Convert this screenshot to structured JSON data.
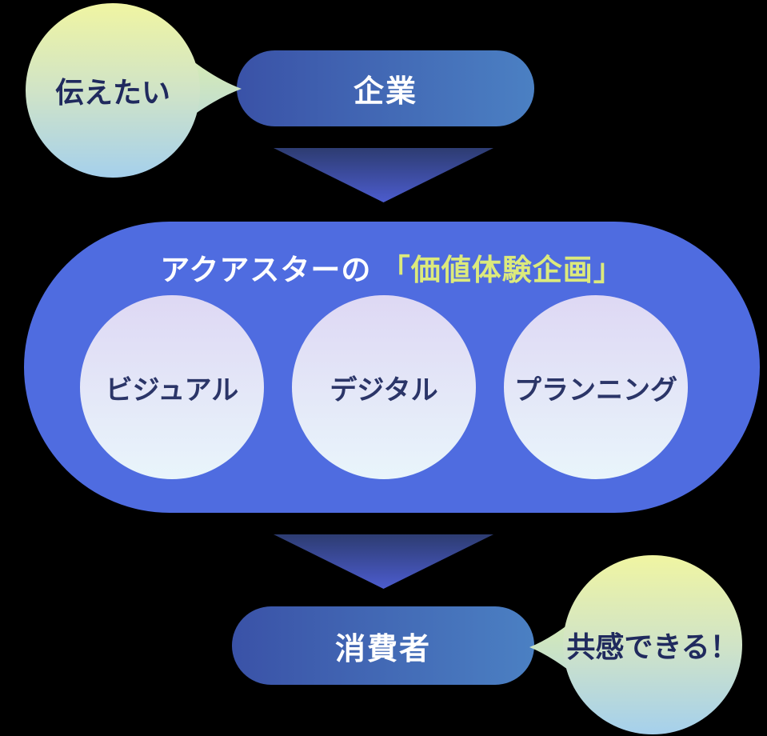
{
  "flow": {
    "bubble_top": {
      "label": "伝えたい"
    },
    "company_pill": {
      "label": "企業"
    },
    "value_box": {
      "title_prefix": "アクアスターの",
      "title_highlight": "「価値体験企画」",
      "circles": [
        {
          "label": "ビジュアル"
        },
        {
          "label": "デジタル"
        },
        {
          "label": "プランニング"
        }
      ]
    },
    "consumer_pill": {
      "label": "消費者"
    },
    "bubble_bottom": {
      "label": "共感できる！"
    }
  },
  "colors": {
    "background": "#000000",
    "value_box_blue": "#4f6ce0",
    "pill_gradient_start": "#3a52a7",
    "pill_gradient_end": "#4b80c3",
    "arrow_gradient_start": "#2d3c71",
    "arrow_gradient_end": "#4c5cce",
    "bubble_gradient_start": "#f0f5a2",
    "bubble_gradient_end": "#a5d0ec",
    "circle_gradient_start": "#ded8f4",
    "circle_gradient_end": "#e9f5fb",
    "title_highlight": "#dcea7c",
    "navy_text": "#202a5e"
  }
}
